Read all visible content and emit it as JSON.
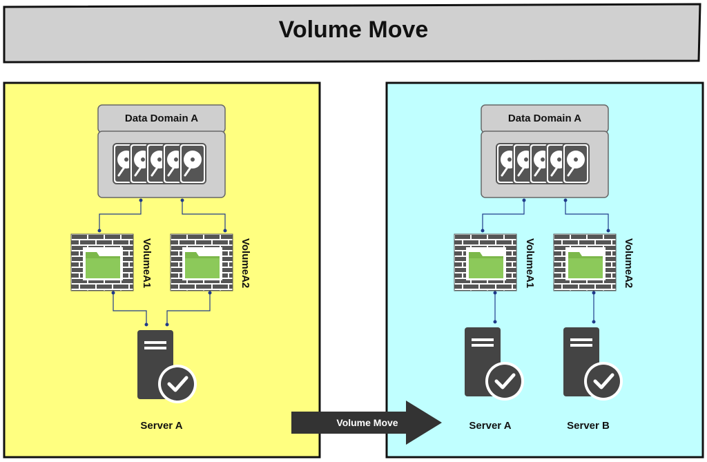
{
  "title": "Volume Move",
  "colors": {
    "title_bar": "#d0d0d0",
    "before_panel": "#ffff80",
    "after_panel": "#c0ffff",
    "device_fill": "#cfcfcf",
    "brick": "#555555",
    "folder": "#7cb84a",
    "server": "#444444",
    "connector_dot": "#1f3a8a",
    "arrow": "#333333"
  },
  "before": {
    "storage_label": "Data Domain A",
    "volumes": [
      "VolumeA1",
      "VolumeA2"
    ],
    "server_label": "Server A"
  },
  "after": {
    "storage_label": "Data Domain A",
    "volumes": [
      "VolumeA1",
      "VolumeA2"
    ],
    "servers": [
      "Server A",
      "Server B"
    ]
  },
  "arrow_label": "Volume Move",
  "icons": {
    "storage": "hard-disk-array-icon",
    "volume": "firewall-folder-icon",
    "server": "server-check-icon"
  }
}
